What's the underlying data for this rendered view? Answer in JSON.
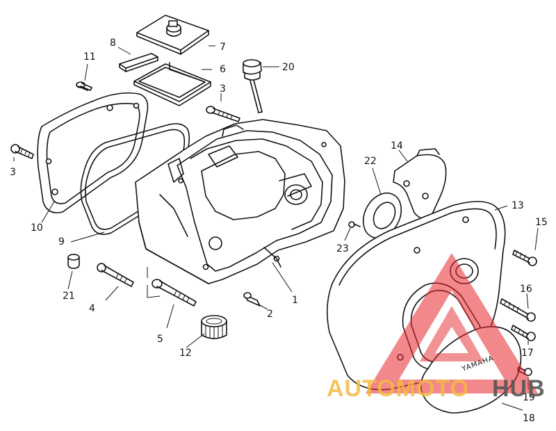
{
  "callouts": [
    {
      "id": "c1",
      "label": "1"
    },
    {
      "id": "c2",
      "label": "2"
    },
    {
      "id": "c3a",
      "label": "3"
    },
    {
      "id": "c3b",
      "label": "3"
    },
    {
      "id": "c4",
      "label": "4"
    },
    {
      "id": "c5",
      "label": "5"
    },
    {
      "id": "c6",
      "label": "6"
    },
    {
      "id": "c7",
      "label": "7"
    },
    {
      "id": "c8",
      "label": "8"
    },
    {
      "id": "c9",
      "label": "9"
    },
    {
      "id": "c10",
      "label": "10"
    },
    {
      "id": "c11",
      "label": "11"
    },
    {
      "id": "c12",
      "label": "12"
    },
    {
      "id": "c13",
      "label": "13"
    },
    {
      "id": "c14",
      "label": "14"
    },
    {
      "id": "c15",
      "label": "15"
    },
    {
      "id": "c16",
      "label": "16"
    },
    {
      "id": "c17",
      "label": "17"
    },
    {
      "id": "c18",
      "label": "18"
    },
    {
      "id": "c19",
      "label": "19"
    },
    {
      "id": "c20",
      "label": "20"
    },
    {
      "id": "c21",
      "label": "21"
    },
    {
      "id": "c22",
      "label": "22"
    },
    {
      "id": "c23",
      "label": "23"
    }
  ],
  "cover_brand": "YAMAHA",
  "watermark": {
    "part1": "AUTOMOTO",
    "part2": "HUB",
    "colors": {
      "triangle": "#e8262b",
      "part1": "#f4b942",
      "part2": "#555555"
    }
  }
}
